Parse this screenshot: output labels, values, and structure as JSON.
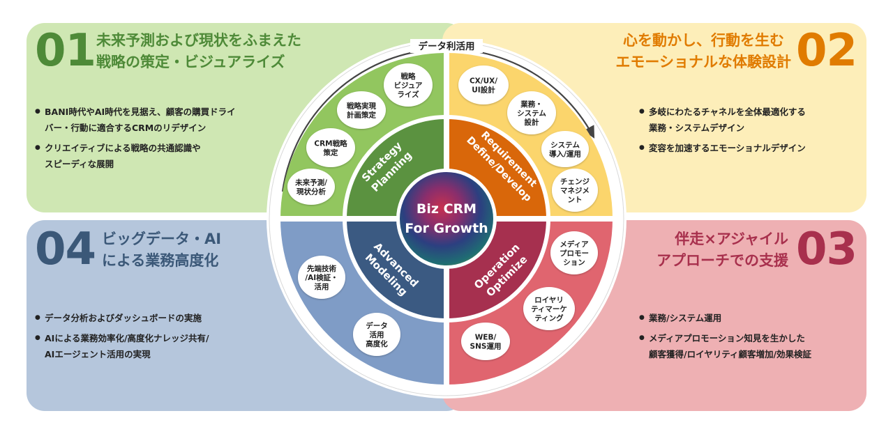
{
  "colors": {
    "green": "#4e8a38",
    "orange": "#e07b00",
    "red": "#a8304d",
    "blue": "#3b5878",
    "strategy": "#5b9240",
    "requirement": "#d9670a",
    "operation": "#a6304f",
    "modeling": "#3b5a82"
  },
  "q1": {
    "number": "01",
    "title_line1": "未来予測および現状をふまえた",
    "title_line2": "戦略の策定・ビジュアライズ",
    "bullets": [
      "BANI時代やAI時代を見据え、顧客の購買ドライ\nバー・行動に適合するCRMのリデザイン",
      "クリエイティブによる戦略の共通認識や\nスピーディな展開"
    ]
  },
  "q2": {
    "number": "02",
    "title_line1": "心を動かし、行動を生む",
    "title_line2": "エモーショナルな体験設計",
    "bullets": [
      "多岐にわたるチャネルを全体最適化する\n業務・システムデザイン",
      "変容を加速するエモーショナルデザイン"
    ]
  },
  "q3": {
    "number": "03",
    "title_line1": "伴走×アジャイル",
    "title_line2": "アプローチでの支援",
    "bullets": [
      "業務/システム運用",
      "メディアプロモーション知見を生かした\n顧客獲得/ロイヤリティ顧客増加/効果検証"
    ]
  },
  "q4": {
    "number": "04",
    "title_line1": "ビッグデータ・AI",
    "title_line2": "による業務高度化",
    "bullets": [
      "データ分析およびダッシュボードの実施",
      "AIによる業務効率化/高度化ナレッジ共有/\nAIエージェント活用の実現"
    ]
  },
  "wheel": {
    "arc_label": "データ利活用",
    "center_line1": "Biz CRM",
    "center_line2": "For Growth",
    "segments": [
      {
        "id": "strategy",
        "line1": "Strategy",
        "line2": "Planning"
      },
      {
        "id": "requirement",
        "line1": "Requirement",
        "line2": "Define/Develop"
      },
      {
        "id": "operation",
        "line1": "Operation",
        "line2": "Optimize"
      },
      {
        "id": "modeling",
        "line1": "Advanced",
        "line2": "Modeling"
      }
    ],
    "bubbles": [
      {
        "text": "戦略\nビジュア\nライズ"
      },
      {
        "text": "戦略実現\n計画策定"
      },
      {
        "text": "CRM戦略\n策定"
      },
      {
        "text": "未来予測/\n現状分析"
      },
      {
        "text": "CX/UX/\nUI設計"
      },
      {
        "text": "業務・\nシステム\n設計"
      },
      {
        "text": "システム\n導入/運用"
      },
      {
        "text": "チェンジ\nマネジメ\nント"
      },
      {
        "text": "メディア\nプロモー\nション"
      },
      {
        "text": "ロイヤリ\nティマーケ\nティング"
      },
      {
        "text": "WEB/\nSNS運用"
      },
      {
        "text": "先端技術\n/AI検証・\n活用"
      },
      {
        "text": "データ\n活用\n高度化"
      }
    ]
  }
}
